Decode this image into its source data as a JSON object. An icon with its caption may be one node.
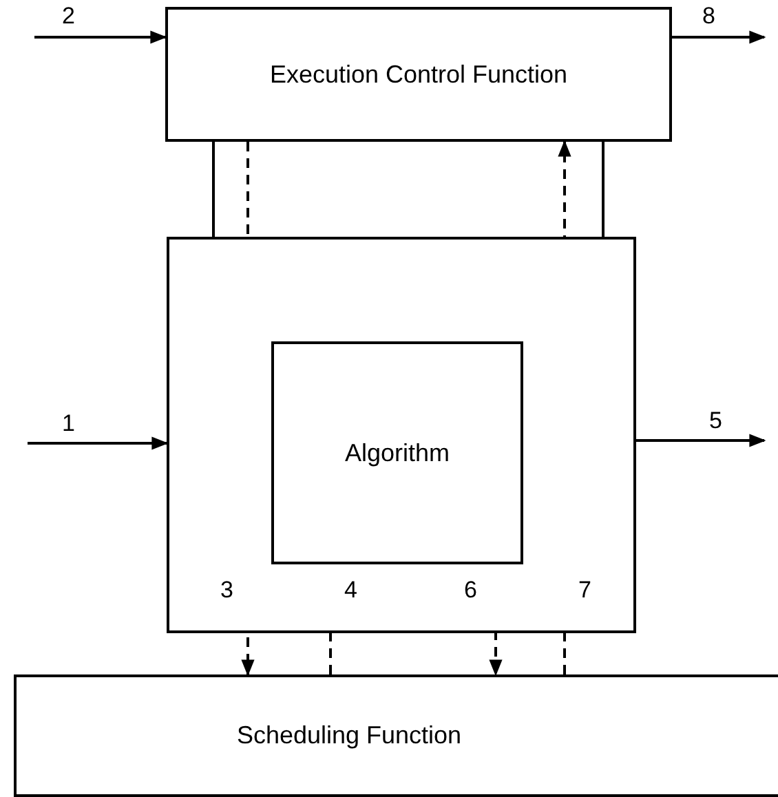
{
  "diagram": {
    "nodes": [
      {
        "text": [
          "Execution Control Function"
        ]
      },
      {
        "text": [],
        "shape": "box"
      },
      {
        "text": [
          "Algorithm"
        ],
        "in": 1
      },
      {
        "text": [
          "Scheduling Function"
        ]
      }
    ],
    "edges": [
      {
        "from": null,
        "to": 0,
        "arrow": "to",
        "label": "2"
      },
      {
        "from": 0,
        "to": null,
        "arrow": "to",
        "label": "8"
      },
      {
        "from": null,
        "to": 1,
        "arrow": "to",
        "label": "1"
      },
      {
        "from": 1,
        "to": null,
        "arrow": "to",
        "label": "5"
      },
      {
        "from": 0,
        "to": 3,
        "arrow": "to",
        "label": "3",
        "style": "dashed"
      },
      {
        "from": 3,
        "to": 2,
        "arrow": "to",
        "label": "4",
        "style": "dashed"
      },
      {
        "from": 2,
        "to": 3,
        "arrow": "to",
        "label": "6",
        "style": "dashed"
      },
      {
        "from": 3,
        "to": 0,
        "arrow": "to",
        "label": "7",
        "style": "dashed"
      },
      {
        "from": 0,
        "to": 1,
        "arrow": "none"
      },
      {
        "from": 0,
        "to": 1,
        "arrow": "none"
      }
    ]
  }
}
